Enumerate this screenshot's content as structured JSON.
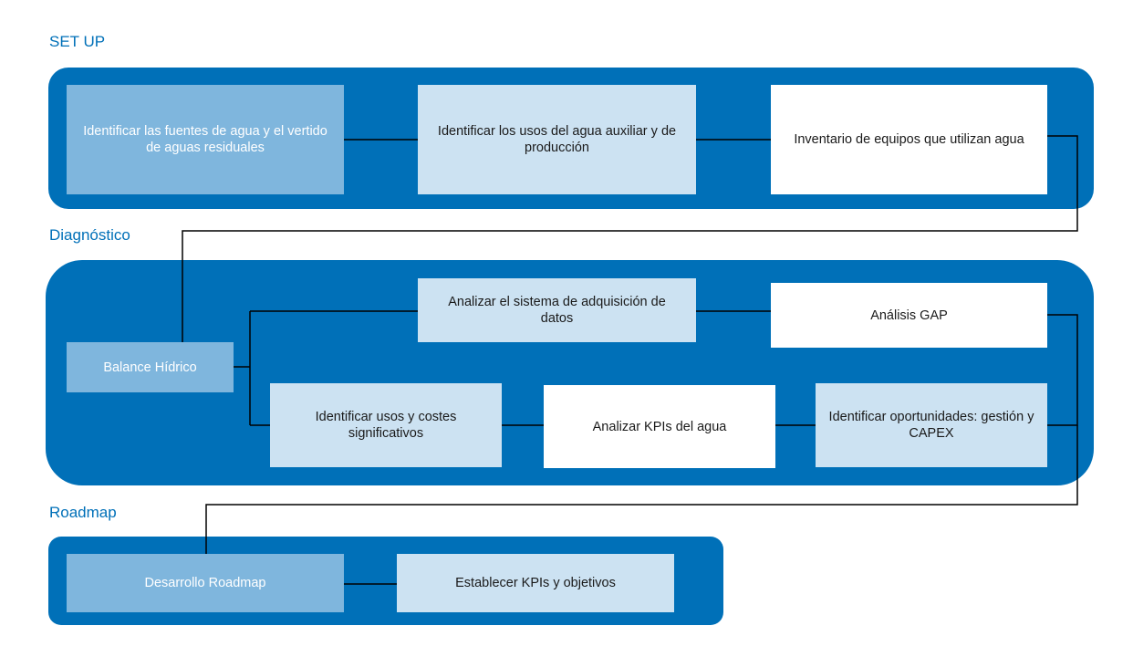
{
  "sections": {
    "setup": "SET UP",
    "diagnostico": "Diagnóstico",
    "roadmap": "Roadmap"
  },
  "boxes": {
    "fuentes": "Identificar  las fuentes  de agua  y  el vertido de aguas residuales",
    "usos_agua": "Identificar  los usos del agua auxiliar  y de producción",
    "inventario": "Inventario  de equipos que utilizan agua",
    "balance": "Balance Hídrico",
    "adquisicion": "Analizar el sistema de adquisición de datos",
    "gap": "Análisis GAP",
    "usos_costes": "Identificar  usos  y  costes significativos",
    "kpis_agua": "Analizar  KPIs del agua",
    "oportunidades": "Identificar  oportunidades: gestión y CAPEX",
    "desarrollo": "Desarrollo Roadmap",
    "establecer": "Establecer KPIs y objetivos"
  },
  "colors": {
    "panel": "#0070b8",
    "box_mid": "#7fb6dd",
    "box_light": "#cce2f2",
    "box_white": "#ffffff",
    "connector": "#000000"
  }
}
